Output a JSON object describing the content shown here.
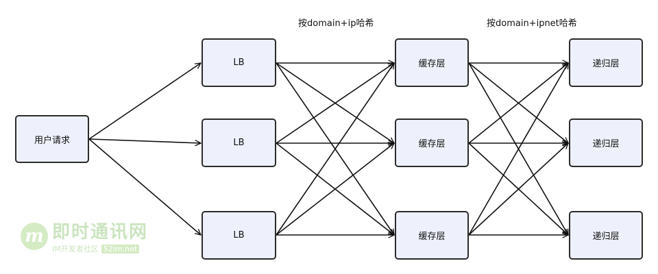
{
  "nodes": {
    "user": "用户请求",
    "lb": [
      "LB",
      "LB",
      "LB"
    ],
    "cache": [
      "缓存层",
      "缓存层",
      "缓存层"
    ],
    "recursive": [
      "递归层",
      "递归层",
      "递归层"
    ]
  },
  "labels": {
    "hash1": "按domain+ip哈希",
    "hash2": "按domain+ipnet哈希"
  },
  "watermark": {
    "logo": "m",
    "title": "即时通讯网",
    "subtitle": "IM开发者社区",
    "site": "52im.net"
  },
  "colors": {
    "node_fill": "#eef1fb",
    "node_border": "#2b2b2b",
    "line": "#111111"
  }
}
